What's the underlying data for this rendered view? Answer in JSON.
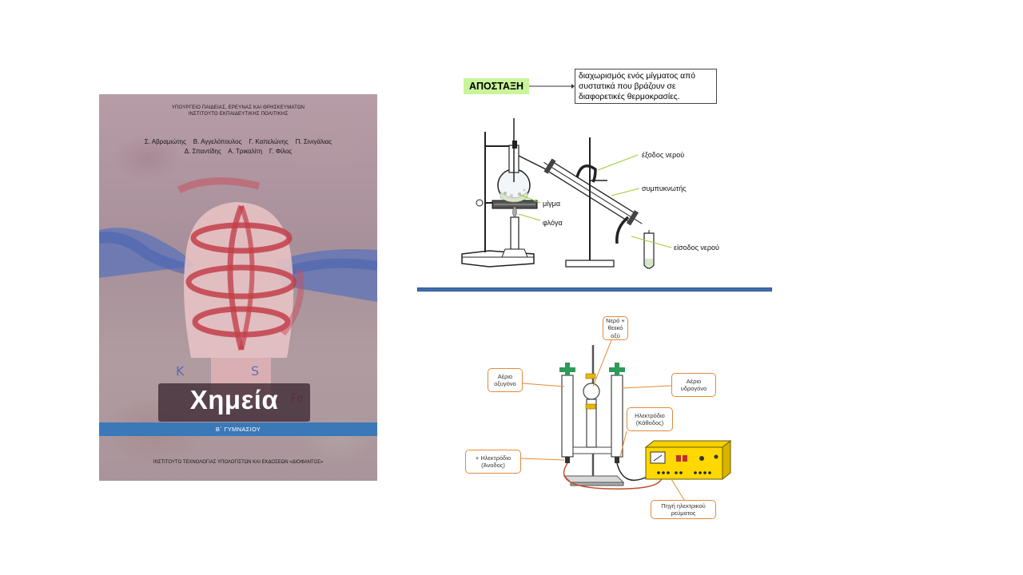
{
  "cover": {
    "ministry_line1": "ΥΠΟΥΡΓΕΙΟ ΠΑΙΔΕΙΑΣ, ΕΡΕΥΝΑΣ ΚΑΙ ΘΡΗΣΚΕΥΜΑΤΩΝ",
    "ministry_line2": "ΙΝΣΤΙΤΟΥΤΟ ΕΚΠΑΙΔΕΥΤΙΚΗΣ ΠΟΛΙΤΙΚΗΣ",
    "authors_line1": "Σ. Αβραμιώτης    Β. Αγγελόπουλος    Γ. Καπελώνης    Π. Σινιγάλιας",
    "authors_line2": "Δ. Σπαντίδης    Α. Τρικαλίτη    Γ. Φίλος",
    "title": "Χημεία",
    "grade": "Β΄ ΓΥΜΝΑΣΙΟΥ",
    "publisher": "ΙΝΣΤΙΤΟΥΤΟ ΤΕΧΝΟΛΟΓΙΑΣ ΥΠΟΛΟΓΙΣΤΩΝ ΚΑΙ ΕΚΔΟΣΕΩΝ «ΔΙΟΦΑΝΤΟΣ»",
    "band_color": "#3a78b8"
  },
  "distillation": {
    "term": "ΑΠΟΣΤΑΞΗ",
    "definition": "διαχωρισμός ενός μίγματος από συστατικά που βράζουν σε διαφορετικές θερμοκρασίες.",
    "labels": {
      "water_out": "έξοδος νερού",
      "condenser": "συμπυκνωτής",
      "mixture": "μίγμα",
      "flame": "φλόγα",
      "water_in": "είσοδος νερού"
    },
    "term_color": "#c9f59a"
  },
  "electrolysis": {
    "water_acid": [
      "Νερό +",
      "θειικό οξύ"
    ],
    "oxygen_gas": [
      "Αέριο",
      "οξυγόνο"
    ],
    "hydrogen_gas": [
      "Αέριο",
      "υδρογόνο"
    ],
    "cathode": [
      "Ηλεκτρόδιο",
      "(Κάθοδος)"
    ],
    "anode": [
      "+ Ηλεκτρόδιο",
      "(Άνοδος)"
    ],
    "power_source": [
      "Πηγή ηλεκτρικού",
      "ρεύματος"
    ],
    "callout_color": "#e38a3b"
  }
}
